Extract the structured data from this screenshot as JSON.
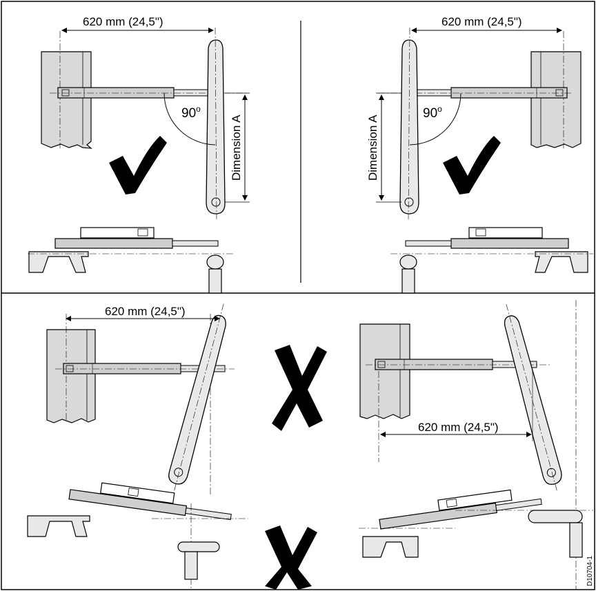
{
  "labels": {
    "dimension_top_left": "620 mm (24,5\")",
    "dimension_top_right": "620 mm (24,5\")",
    "dimension_bottom_left": "620 mm (24,5\")",
    "dimension_bottom_right": "620 mm (24,5\")",
    "angle_left": "90",
    "angle_right": "90",
    "dimension_a_left": "Dimension A",
    "dimension_a_right": "Dimension A",
    "figure_code": "D10704-1"
  },
  "marks": {
    "correct": [
      "check-mark",
      "check-mark"
    ],
    "incorrect": [
      "cross-mark",
      "cross-mark"
    ]
  },
  "colors": {
    "line": "#000000",
    "cylinder": "#cfcfcf",
    "rod": "#e6e6e6",
    "mark": "#000000"
  }
}
